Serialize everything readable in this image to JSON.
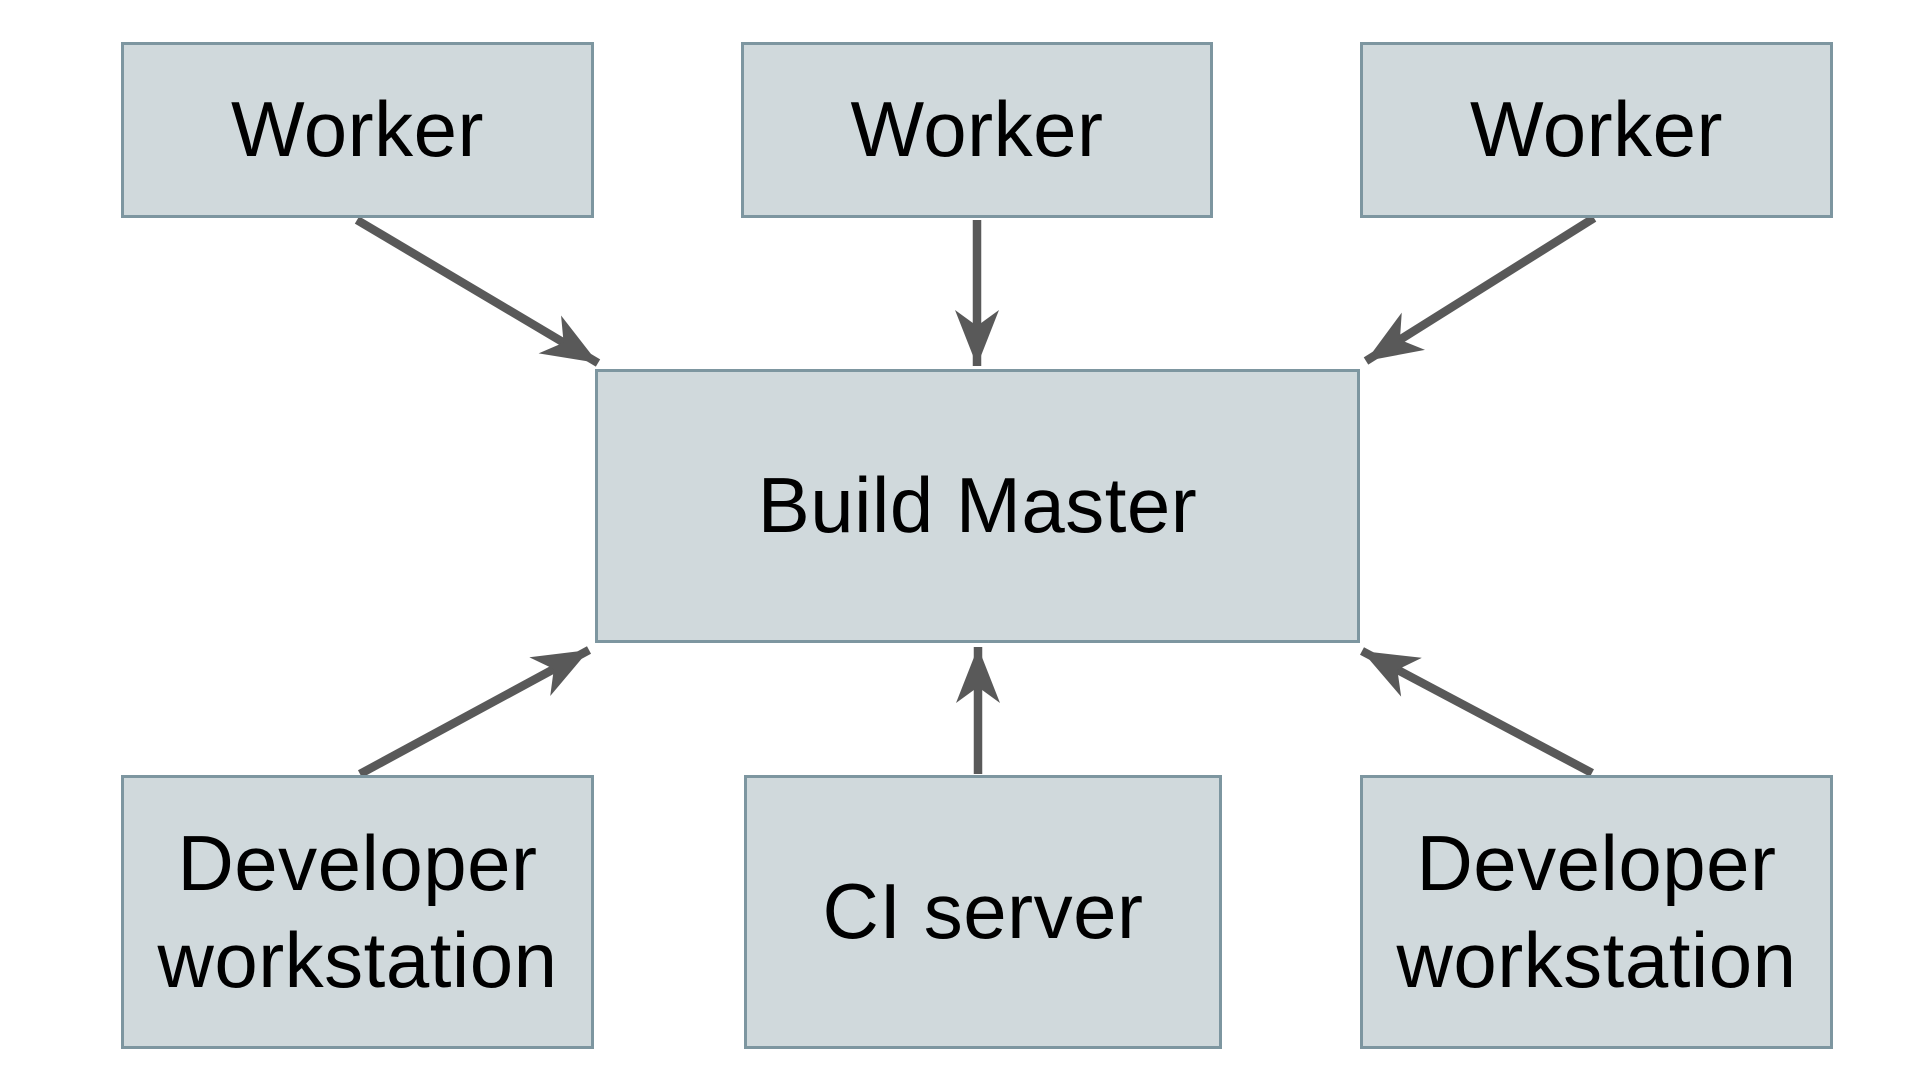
{
  "diagram": {
    "background": "#ffffff",
    "colors": {
      "node_fill": "#d0d9dc",
      "node_border": "#7d96a0",
      "arrow": "#595959",
      "label_text": "#000000"
    },
    "nodes": [
      {
        "id": "worker-1",
        "label": "Worker"
      },
      {
        "id": "worker-2",
        "label": "Worker"
      },
      {
        "id": "worker-3",
        "label": "Worker"
      },
      {
        "id": "build-master",
        "label": "Build Master"
      },
      {
        "id": "dev-workstation-left",
        "label": "Developer workstation"
      },
      {
        "id": "ci-server",
        "label": "CI server"
      },
      {
        "id": "dev-workstation-right",
        "label": "Developer workstation"
      }
    ],
    "edges": [
      {
        "from": "worker-1",
        "to": "build-master"
      },
      {
        "from": "worker-2",
        "to": "build-master"
      },
      {
        "from": "worker-3",
        "to": "build-master"
      },
      {
        "from": "dev-workstation-left",
        "to": "build-master"
      },
      {
        "from": "ci-server",
        "to": "build-master"
      },
      {
        "from": "dev-workstation-right",
        "to": "build-master"
      }
    ]
  }
}
